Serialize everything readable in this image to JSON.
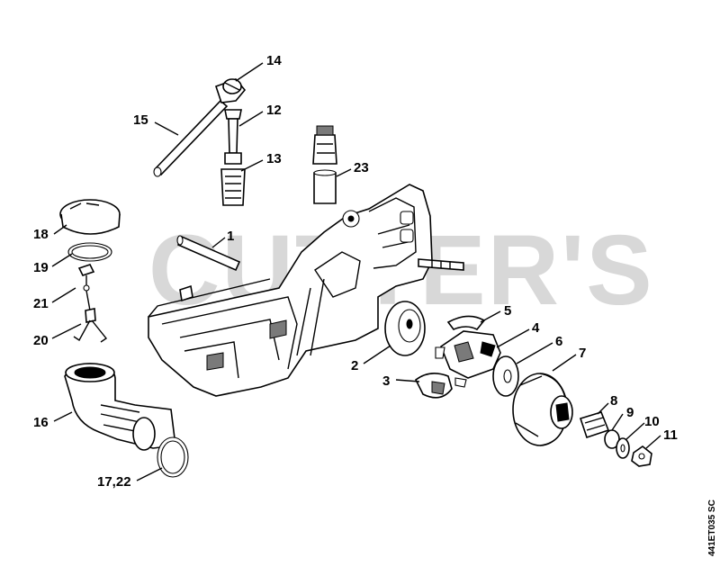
{
  "watermark": "CUTTER'S",
  "drawing_code": "441ET035 SC",
  "parts": {
    "p1": "1",
    "p2": "2",
    "p3": "3",
    "p4": "4",
    "p5": "5",
    "p6": "6",
    "p7": "7",
    "p8": "8",
    "p9": "9",
    "p10": "10",
    "p11": "11",
    "p12": "12",
    "p13": "13",
    "p14": "14",
    "p15": "15",
    "p16": "16",
    "p17_22": "17,22",
    "p18": "18",
    "p19": "19",
    "p20": "20",
    "p21": "21",
    "p23": "23"
  }
}
